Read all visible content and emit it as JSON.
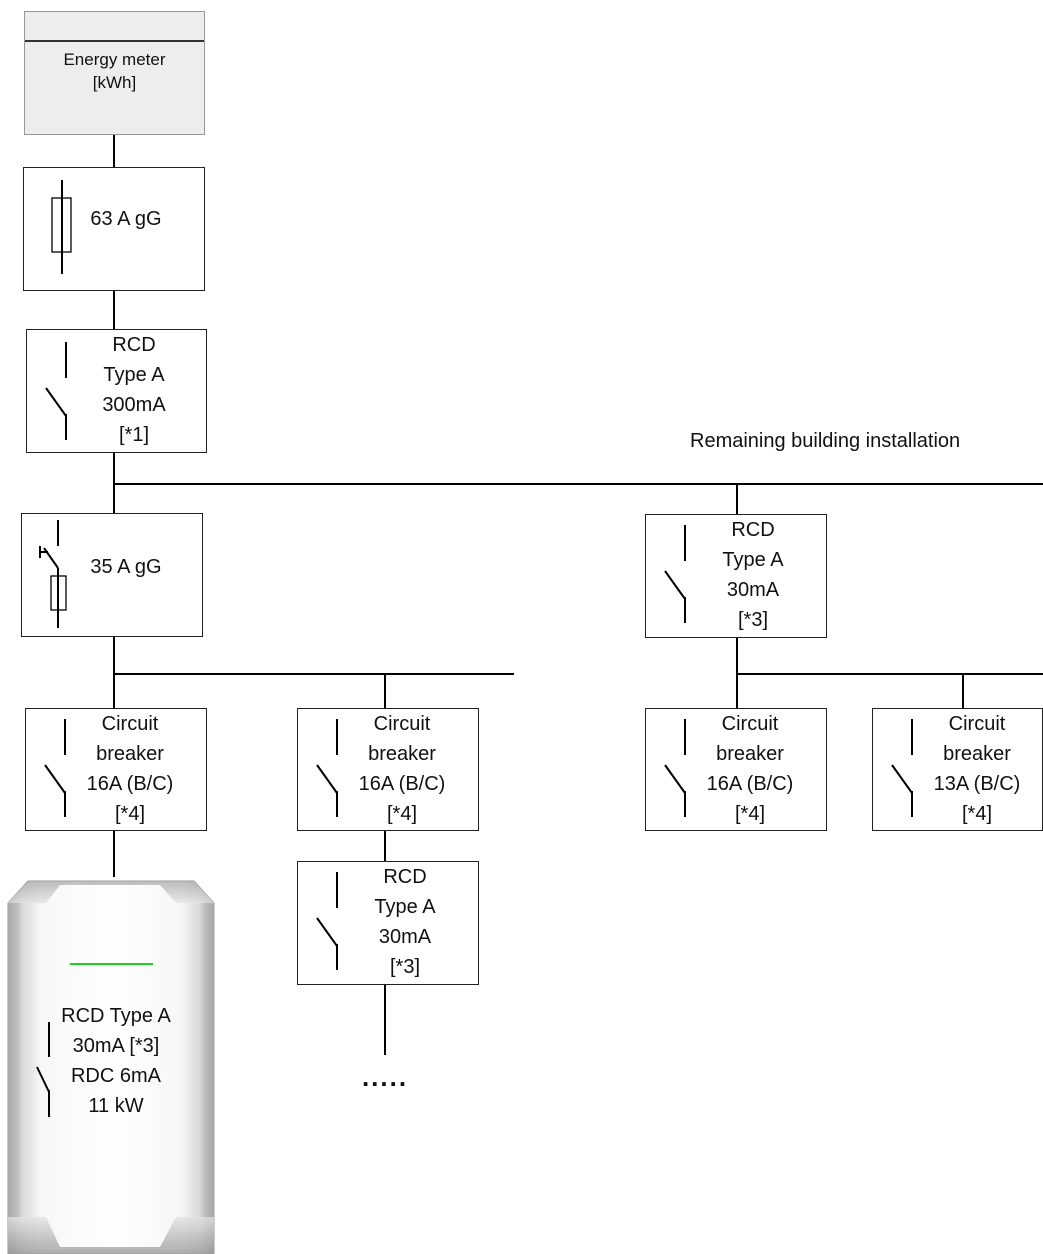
{
  "colors": {
    "meter_fill": "#ededed",
    "wire": "#000000",
    "indicator": "#22cc22"
  },
  "energy_meter": {
    "label": "Energy meter\n[kWh]"
  },
  "main_fuse": {
    "label": "63 A gG"
  },
  "main_rcd": {
    "label": "RCD\nType A\n300mA\n[*1]"
  },
  "remaining_label": "Remaining building installation",
  "sub_fuse": {
    "label": "35 A gG"
  },
  "right_rcd": {
    "label": "RCD\nType A\n30mA\n[*3]"
  },
  "breakers": [
    {
      "label": "Circuit\nbreaker\n16A (B/C)\n[*4]"
    },
    {
      "label": "Circuit\nbreaker\n16A (B/C)\n[*4]"
    },
    {
      "label": "Circuit\nbreaker\n16A (B/C)\n[*4]"
    },
    {
      "label": "Circuit\nbreaker\n13A (B/C)\n[*4]"
    }
  ],
  "lower_rcd": {
    "label": "RCD\nType A\n30mA\n[*3]"
  },
  "continuation": ".....",
  "wallbox": {
    "label": "RCD Type A\n30mA [*3]\nRDC 6mA\n11 kW"
  }
}
